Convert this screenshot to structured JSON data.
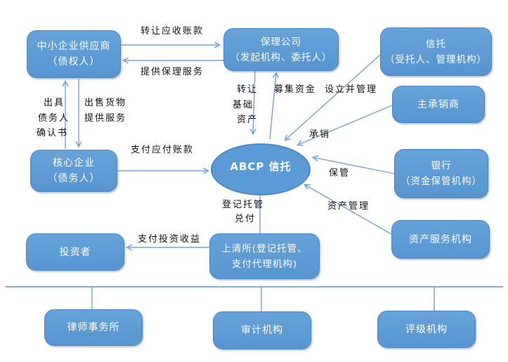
{
  "nodes": {
    "sme_supplier": {
      "line1": "中小企业供应商",
      "line2": "（债权人）"
    },
    "factoring": {
      "line1": "保理公司",
      "line2": "（发起机构、委托人）"
    },
    "trust": {
      "line1": "信托",
      "line2": "（受托人、管理机构）"
    },
    "lead_underwriter": {
      "line1": "主承销商"
    },
    "bank": {
      "line1": "银行",
      "line2": "（资金保管机构）"
    },
    "asset_service": {
      "line1": "资产服务机构"
    },
    "core_enterprise": {
      "line1": "核心企业",
      "line2": "（债务人）"
    },
    "investor": {
      "line1": "投资者"
    },
    "clearing_house": {
      "line1": "上清所(登记托管、",
      "line2": "支付代理机构)"
    },
    "abcp_trust": {
      "label": "ABCP 信托"
    },
    "law_firm": {
      "line1": "律师事务所"
    },
    "audit": {
      "line1": "审计机构"
    },
    "rating": {
      "line1": "评级机构"
    }
  },
  "edge_labels": {
    "transfer_receivables": "转让应收账款",
    "provide_factoring_service": "提供保理服务",
    "issue_confirmation": [
      "出具",
      "债务人",
      "确认书"
    ],
    "sell_goods": [
      "出售货物",
      "提供服务"
    ],
    "transfer_base_assets": [
      "转让",
      "基础",
      "资产"
    ],
    "raise_funds": "募集资金",
    "setup_and_manage": "设立并管理",
    "underwrite": "承销",
    "custody": "保管",
    "asset_management": "资产管理",
    "register_custody": [
      "登记托管",
      "兑付"
    ],
    "pay_payables": "支付应付账款",
    "pay_investment_returns": "支付投资收益"
  },
  "colors": {
    "node_fill": "#5b9bd5",
    "node_border": "#4a86c6",
    "connector_line": "#74a2d8",
    "node_text": "#ffffff",
    "label_text": "#111111",
    "background": "#ffffff"
  }
}
